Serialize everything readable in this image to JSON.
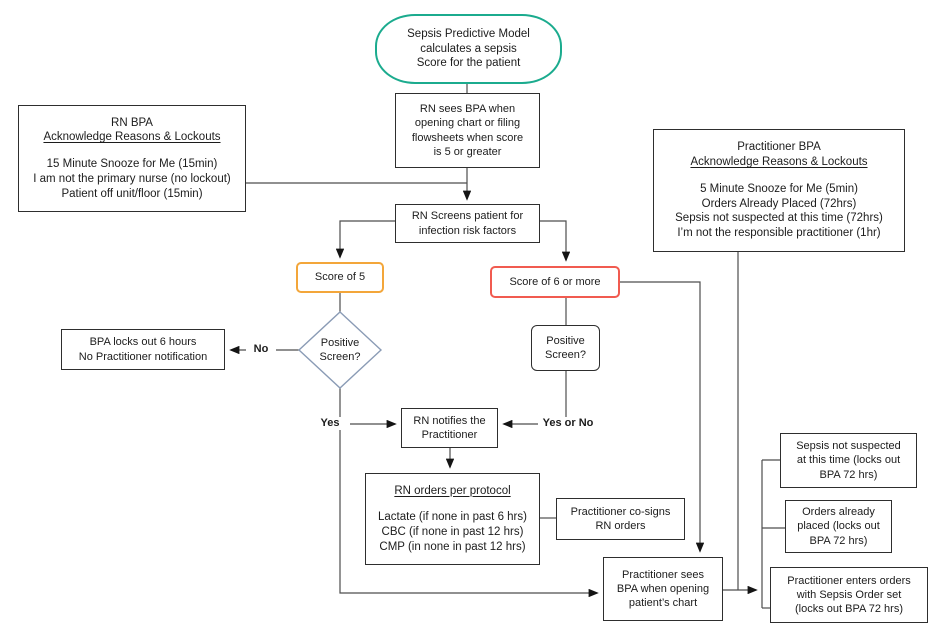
{
  "diagram": {
    "nodes": {
      "start_oval": {
        "lines": [
          "Sepsis Predictive Model",
          "calculates a sepsis",
          "Score for the patient"
        ]
      },
      "rn_bpa": {
        "title": "RN BPA",
        "subtitle": "Acknowledge Reasons & Lockouts",
        "lines": [
          "15 Minute Snooze for Me (15min)",
          "I am not the primary nurse (no lockout)",
          "Patient off unit/floor (15min)"
        ]
      },
      "rn_sees_bpa": {
        "lines": [
          "RN sees BPA when",
          "opening chart or filing",
          "flowsheets when score",
          "is 5 or greater"
        ]
      },
      "practitioner_bpa": {
        "title": "Practitioner BPA",
        "subtitle": "Acknowledge Reasons & Lockouts",
        "lines": [
          "5 Minute Snooze for Me (5min)",
          "Orders Already Placed (72hrs)",
          "Sepsis not suspected at this time (72hrs)",
          "I’m not the responsible practitioner (1hr)"
        ]
      },
      "rn_screens": {
        "lines": [
          "RN Screens patient for",
          "infection risk factors"
        ]
      },
      "score_of_5": {
        "label": "Score of 5"
      },
      "score_of_6": {
        "label": "Score of 6 or more"
      },
      "bpa_locks_out": {
        "lines": [
          "BPA locks out 6 hours",
          "No Practitioner notification"
        ]
      },
      "positive_screen_diamond": {
        "lines": [
          "Positive",
          "Screen?"
        ]
      },
      "positive_screen_box": {
        "lines": [
          "Positive",
          "Screen?"
        ]
      },
      "rn_notifies": {
        "lines": [
          "RN notifies the",
          "Practitioner"
        ]
      },
      "rn_orders": {
        "title": "RN orders per protocol",
        "lines": [
          "Lactate (if none in past 6 hrs)",
          "CBC (if none in past 12 hrs)",
          "CMP (in none in past 12 hrs)"
        ]
      },
      "cosigns": {
        "lines": [
          "Practitioner co-signs",
          "RN orders"
        ]
      },
      "practitioner_sees": {
        "lines": [
          "Practitioner sees",
          "BPA when opening",
          "patient’s chart"
        ]
      },
      "sepsis_not_suspected": {
        "lines": [
          "Sepsis not suspected",
          "at this time (locks out",
          "BPA 72 hrs)"
        ]
      },
      "orders_already_placed": {
        "lines": [
          "Orders already",
          "placed (locks out",
          "BPA 72 hrs)"
        ]
      },
      "practitioner_enters_orders": {
        "lines": [
          "Practitioner enters orders",
          "with Sepsis Order set",
          "(locks out BPA 72 hrs)"
        ]
      }
    },
    "edge_labels": {
      "no": "No",
      "yes": "Yes",
      "yes_or_no": "Yes or No"
    },
    "colors": {
      "oval_border": "#1bab8e",
      "score5_border": "#f3a63a",
      "score6_border": "#f15b50",
      "diamond_border": "#8a9bb5"
    }
  }
}
